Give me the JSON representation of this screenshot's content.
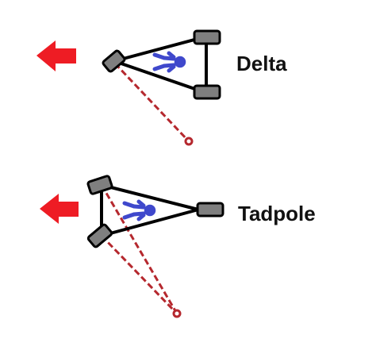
{
  "diagrams": [
    {
      "id": "delta",
      "label": "Delta",
      "front_wheels": 1,
      "rear_wheels": 2
    },
    {
      "id": "tadpole",
      "label": "Tadpole",
      "front_wheels": 2,
      "rear_wheels": 1
    }
  ],
  "colors": {
    "arrow": "#ee1c24",
    "frame": "#000000",
    "wheel": "#7f7f7f",
    "rider": "#3f48cc",
    "turn_line": "#b5282e",
    "background": "#ffffff"
  },
  "icons": {
    "direction": "left-arrow-icon",
    "rider": "rider-icon",
    "pivot": "turn-center-dot-icon"
  }
}
